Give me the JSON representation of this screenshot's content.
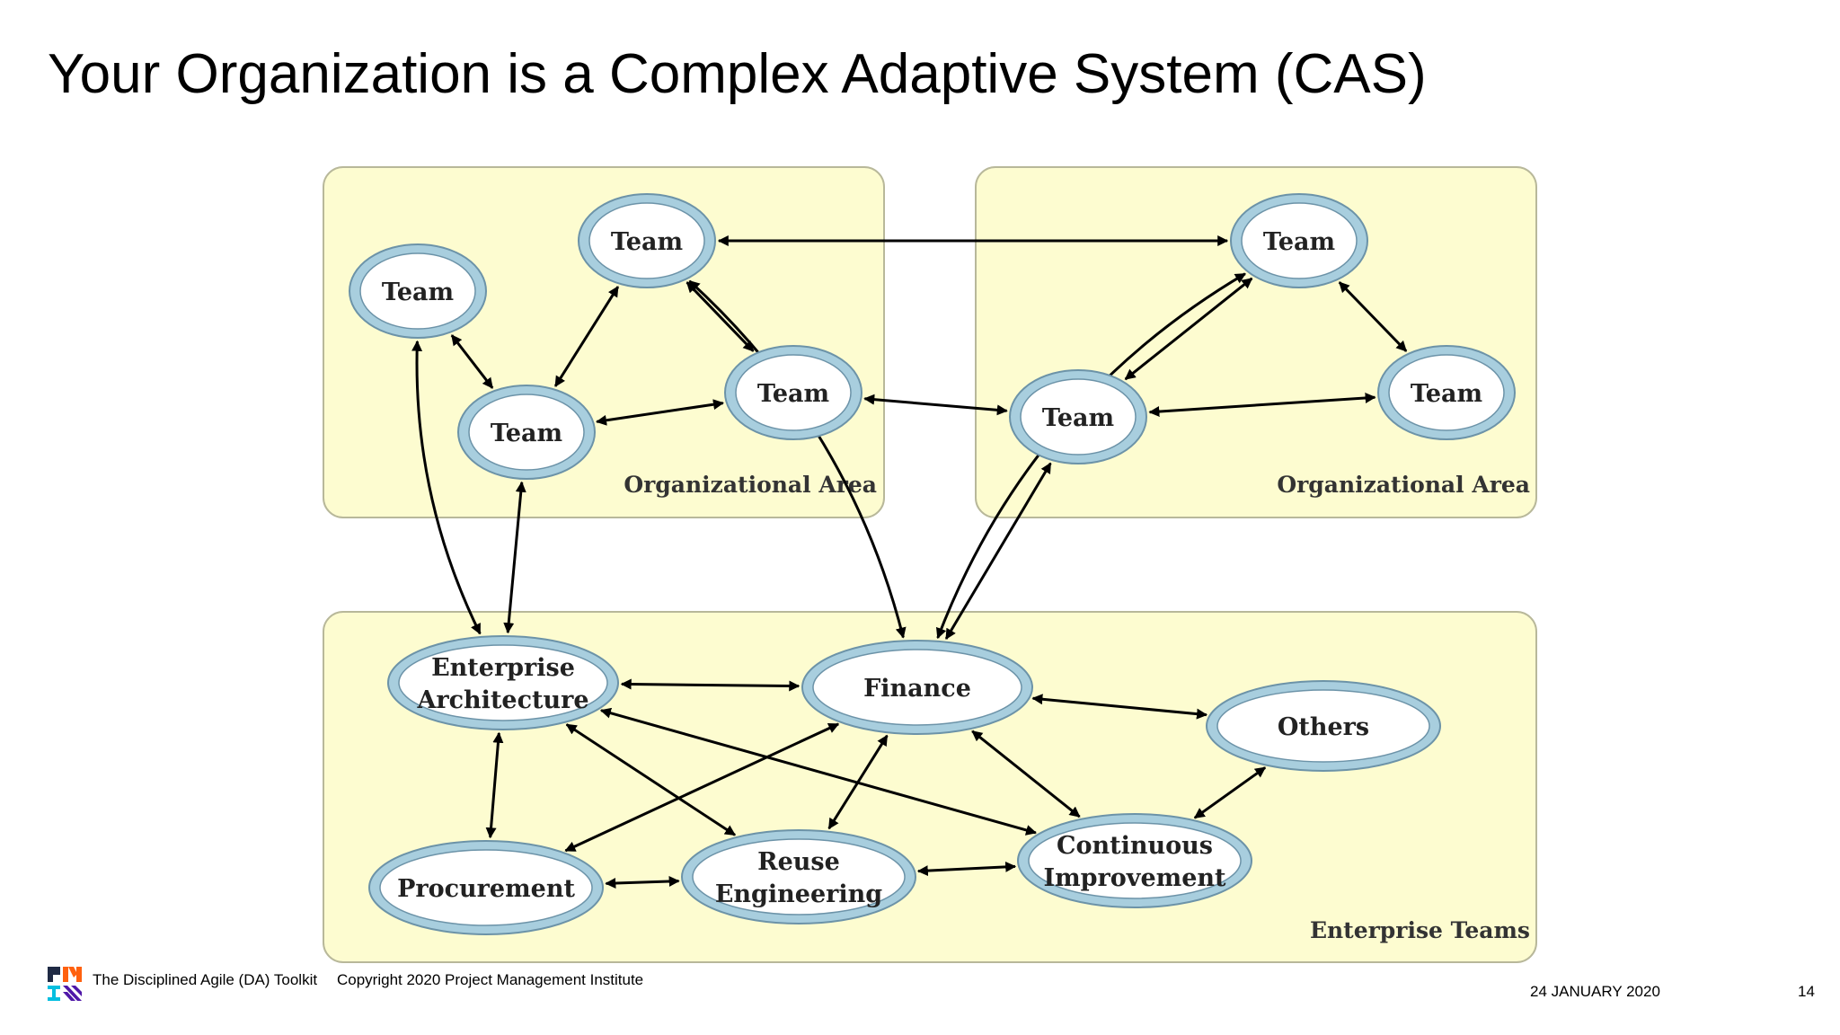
{
  "slide": {
    "title": "Your Organization is a Complex Adaptive System (CAS)",
    "page_number": "14",
    "date": "24 JANUARY 2020"
  },
  "footer": {
    "toolkit": "The Disciplined Agile (DA) Toolkit",
    "copyright": "Copyright 2020 Project Management Institute",
    "logo": "pmi-logo"
  },
  "diagram": {
    "colors": {
      "area_fill": "#fdfcd0",
      "area_border": "#b8b89a",
      "node_ring": "#a8cede",
      "node_ring_border": "#6c93a8",
      "node_fill": "#ffffff",
      "edge": "#000000"
    },
    "areas": {
      "left": "Organizational Area",
      "right": "Organizational Area",
      "bottom": "Enterprise Teams"
    },
    "nodes": {
      "l_team_a": [
        "Team"
      ],
      "l_team_b": [
        "Team"
      ],
      "l_team_c": [
        "Team"
      ],
      "l_team_d": [
        "Team"
      ],
      "r_team_a": [
        "Team"
      ],
      "r_team_b": [
        "Team"
      ],
      "r_team_c": [
        "Team"
      ],
      "ea": [
        "Enterprise",
        "Architecture"
      ],
      "finance": [
        "Finance"
      ],
      "others": [
        "Others"
      ],
      "procurement": [
        "Procurement"
      ],
      "reuse": [
        "Reuse",
        "Engineering"
      ],
      "ci": [
        "Continuous",
        "Improvement"
      ]
    },
    "edges": [
      [
        "l_team_b",
        "l_team_c"
      ],
      [
        "l_team_b",
        "l_team_d"
      ],
      [
        "l_team_a",
        "l_team_c"
      ],
      [
        "l_team_c",
        "l_team_d"
      ],
      [
        "l_team_b",
        "r_team_a"
      ],
      [
        "l_team_d",
        "r_team_b"
      ],
      [
        "r_team_a",
        "r_team_b"
      ],
      [
        "r_team_a",
        "r_team_c"
      ],
      [
        "r_team_b",
        "r_team_c"
      ],
      [
        "l_team_a",
        "ea"
      ],
      [
        "l_team_c",
        "ea"
      ],
      [
        "l_team_b",
        "finance"
      ],
      [
        "r_team_b",
        "finance"
      ],
      [
        "r_team_a",
        "finance"
      ],
      [
        "ea",
        "finance"
      ],
      [
        "ea",
        "procurement"
      ],
      [
        "ea",
        "reuse"
      ],
      [
        "ea",
        "ci"
      ],
      [
        "finance",
        "procurement"
      ],
      [
        "finance",
        "reuse"
      ],
      [
        "finance",
        "ci"
      ],
      [
        "finance",
        "others"
      ],
      [
        "procurement",
        "reuse"
      ],
      [
        "reuse",
        "ci"
      ],
      [
        "ci",
        "others"
      ]
    ]
  }
}
